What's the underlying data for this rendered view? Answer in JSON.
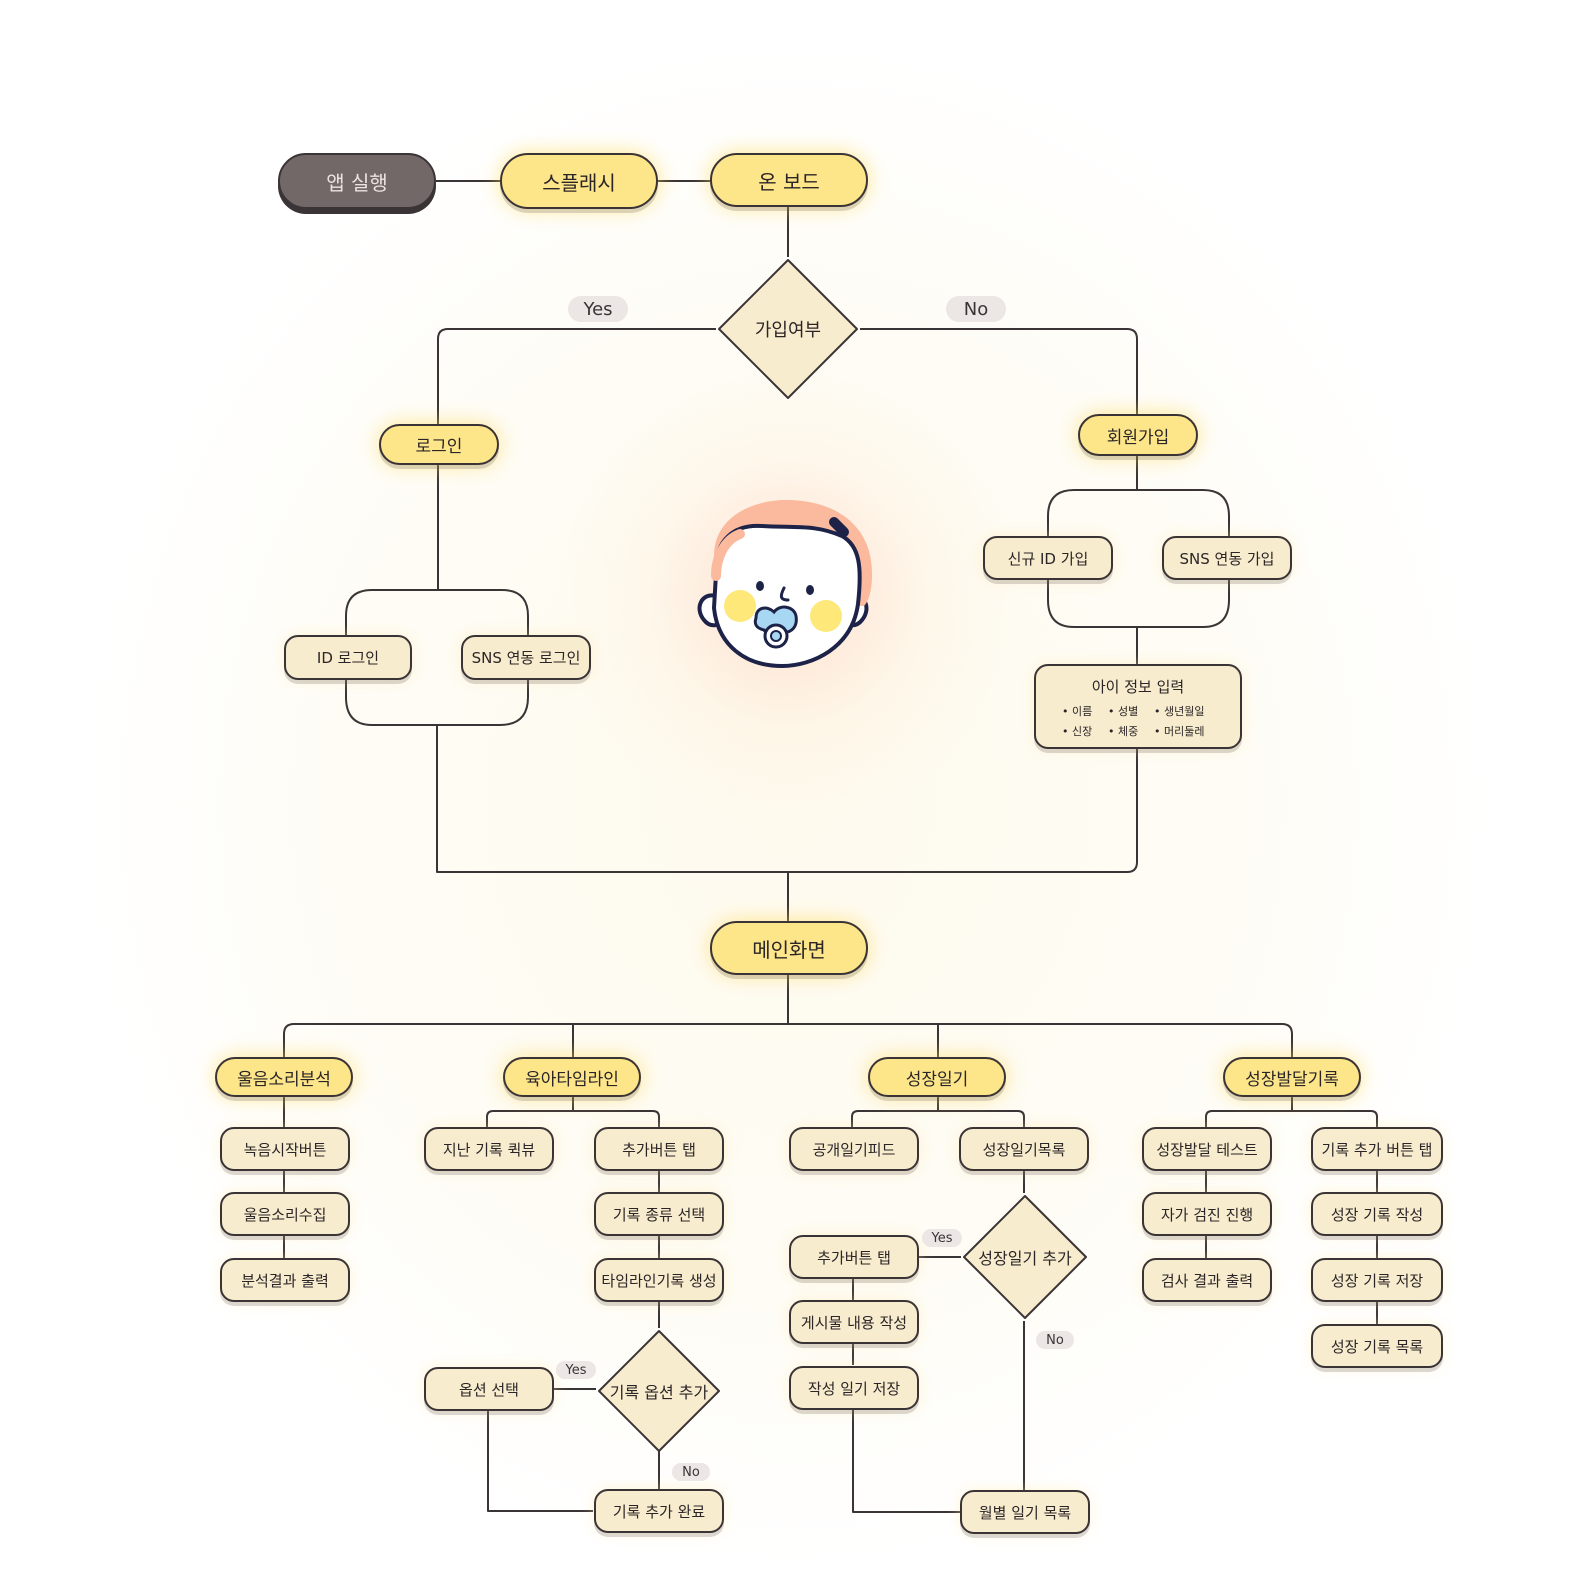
{
  "nodes": {
    "app_launch": "앱 실행",
    "splash": "스플래시",
    "onboard": "온 보드",
    "signed_up": "가입여부",
    "yes_top": "Yes",
    "no_top": "No",
    "login": "로그인",
    "signup": "회원가입",
    "id_login": "ID 로그인",
    "sns_login": "SNS 연동 로그인",
    "new_id": "신규 ID 가입",
    "sns_signup": "SNS 연동 가입",
    "child_info": {
      "title": "아이 정보 입력",
      "fields": [
        "• 이름",
        "• 성별",
        "• 생년월일",
        "• 신장",
        "• 체중",
        "• 머리둘레"
      ]
    },
    "main": "메인화면"
  },
  "branches": {
    "cry": {
      "title": "울음소리분석",
      "steps": [
        "녹음시작버튼",
        "울음소리수집",
        "분석결과 출력"
      ]
    },
    "timeline": {
      "title": "육아타임라인",
      "quick_view": "지난 기록 퀵뷰",
      "add_tab": "추가버튼 탭",
      "select_type": "기록 종류 선택",
      "create": "타임라인기록 생성",
      "option_q": "기록 옵션 추가",
      "option_select": "옵션 선택",
      "done": "기록 추가 완료",
      "yes": "Yes",
      "no": "No"
    },
    "diary": {
      "title": "성장일기",
      "public_feed": "공개일기피드",
      "diary_list": "성장일기목록",
      "add_q": "성장일기 추가",
      "add_tab": "추가버튼 탭",
      "write": "게시물 내용 작성",
      "save": "작성 일기 저장",
      "monthly": "월별 일기 목록",
      "yes": "Yes",
      "no": "No"
    },
    "growth": {
      "title": "성장발달기록",
      "test": "성장발달 테스트",
      "self_check": "자가 검진 진행",
      "result": "검사 결과 출력",
      "add_tab": "기록 추가 버튼 탭",
      "write": "성장 기록 작성",
      "save": "성장 기록 저장",
      "list": "성장 기록 목록"
    }
  },
  "colors": {
    "line": "#3b3436",
    "node_fill": "#f7ecce",
    "highlight_fill": "#fde58a",
    "start_fill": "#726867",
    "tag_fill": "#ece6e5"
  }
}
